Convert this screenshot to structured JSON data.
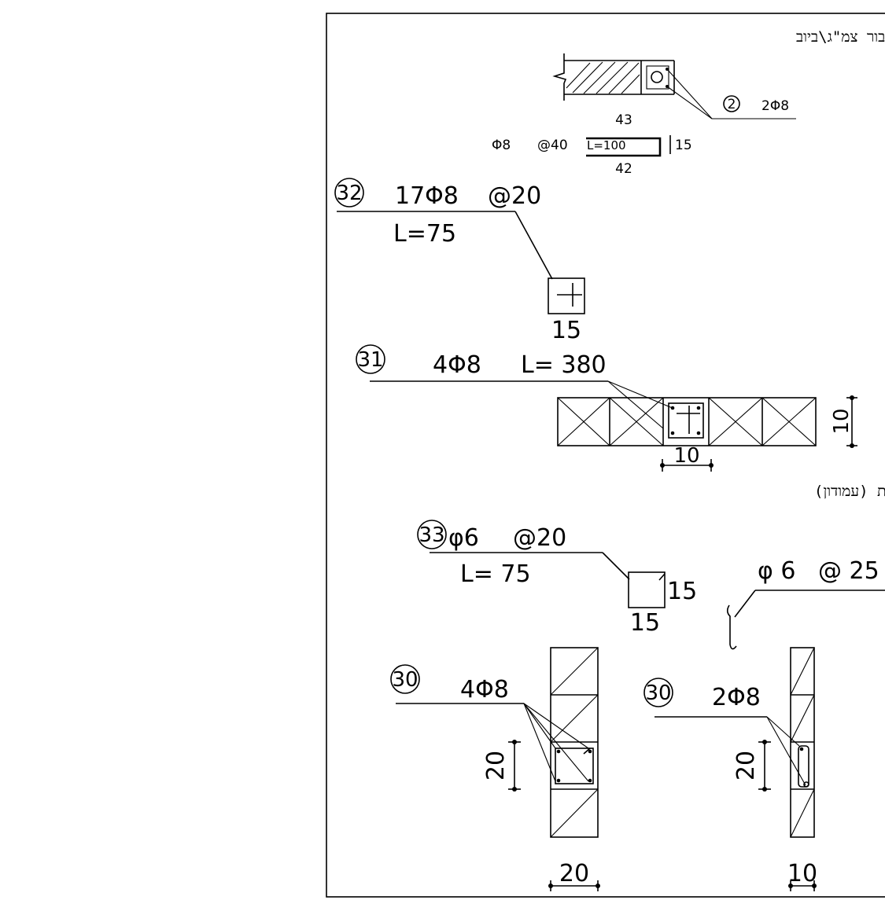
{
  "detail_2": {
    "title": "פרט הרחבת קיר\\עמוד עבור צמ\"ג\\ביוב",
    "bar_no": "2",
    "rebar": "2Φ8",
    "len_top": "43",
    "len_bottom": "42",
    "len_side": "15",
    "phi": "Φ8",
    "spacing": "@40",
    "length": "L=100"
  },
  "detail_32": {
    "bar_no": "32",
    "rebar": "17Φ8",
    "spacing": "@20",
    "length": "L=75",
    "dim": "15"
  },
  "detail_31": {
    "bar_no": "31",
    "rebar": "4Φ8",
    "length": "L= 380",
    "dim_width": "10",
    "dim_height": "10",
    "caption": "חגורה אנכית (עמודון)"
  },
  "detail_33": {
    "bar_no": "33",
    "rebar": "φ6",
    "spacing": "@20",
    "length": "L= 75",
    "dim_side": "15",
    "dim_bottom": "15"
  },
  "detail_hook": {
    "rebar": "φ 6",
    "spacing": "@ 25"
  },
  "detail_30a": {
    "bar_no": "30",
    "rebar": "4Φ8",
    "dim_height": "20",
    "dim_width": "20"
  },
  "detail_30b": {
    "bar_no": "30",
    "rebar": "2Φ8",
    "dim_height": "20",
    "dim_width": "10"
  }
}
